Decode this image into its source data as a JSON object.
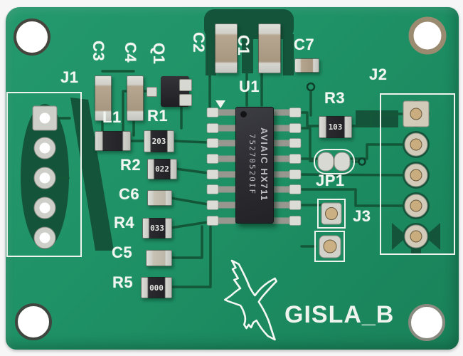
{
  "board": {
    "logo_text": "GISLA_B",
    "colors": {
      "board_green": "#1f9166",
      "copper_dark": "#14543b",
      "silkscreen_white": "#f2f6f2",
      "pad_silver": "#d6d6d0",
      "pad_hole_tan": "#c9ad7e",
      "ic_body": "#303036",
      "capacitor_tan": "#b3a28c"
    }
  },
  "ic_u1": {
    "marking_line1": "AVIAIC HX711",
    "marking_line2": "75270520IF"
  },
  "labels": {
    "j1": "J1",
    "j2": "J2",
    "j3": "J3",
    "jp1": "JP1",
    "u1": "U1",
    "q1": "Q1",
    "l1": "L1",
    "c1": "C1",
    "c2": "C2",
    "c3": "C3",
    "c4": "C4",
    "c5": "C5",
    "c6": "C6",
    "c7": "C7",
    "r1": "R1",
    "r2": "R2",
    "r3": "R3",
    "r4": "R4",
    "r5": "R5"
  },
  "markings": {
    "r1": "203",
    "r2": "022",
    "r3": "103",
    "r4": "033",
    "r5": "000"
  }
}
